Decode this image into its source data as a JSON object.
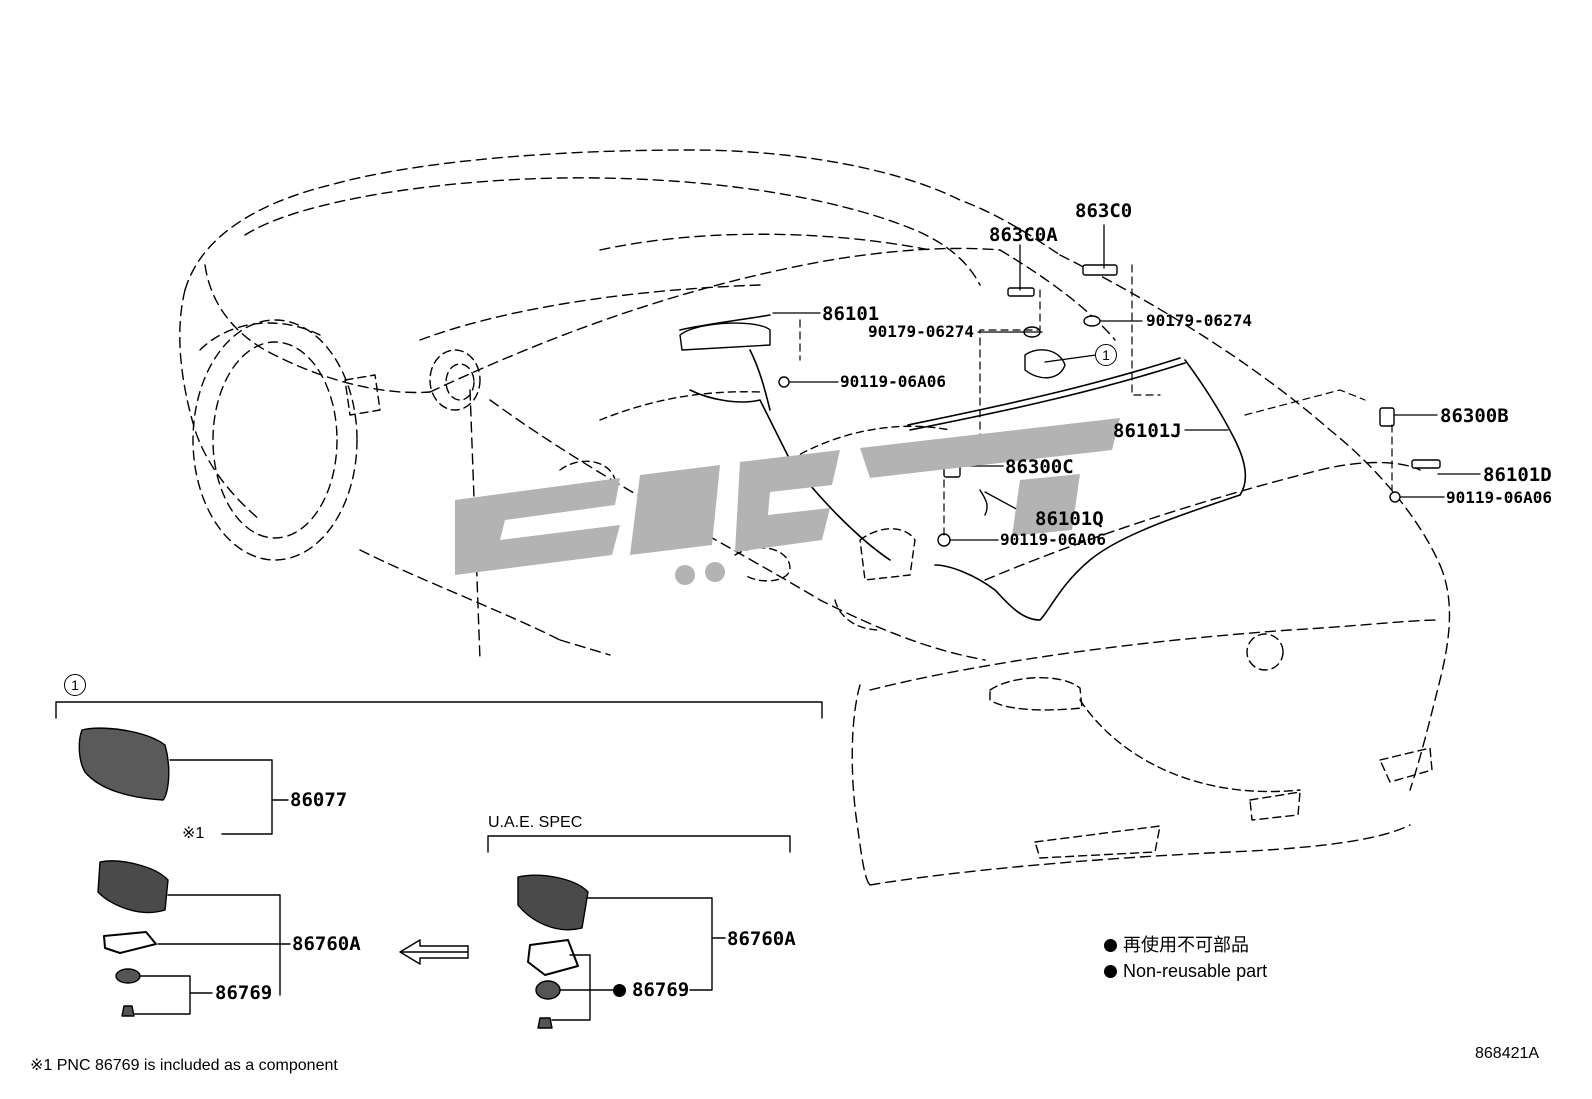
{
  "labels": {
    "p863C0": "863C0",
    "p863C0A": "863C0A",
    "p86101": "86101",
    "p90179_left": "90179-06274",
    "p90179_right": "90179-06274",
    "p90119_top": "90119-06A06",
    "p86101J": "86101J",
    "p86300B": "86300B",
    "p86101D": "86101D",
    "p90119_right": "90119-06A06",
    "p86300C": "86300C",
    "p86101Q": "86101Q",
    "p90119_mid": "90119-06A06",
    "p86077": "86077",
    "p86760A_left": "86760A",
    "p86769_left": "86769",
    "p86760A_right": "86760A",
    "p86769_right": "86769"
  },
  "callout_marker": "1",
  "note_mark": "※1",
  "uae_spec": "U.A.E. SPEC",
  "legend": {
    "jp": "再使用不可部品",
    "en": "Non-reusable part"
  },
  "footnote": "※1 PNC 86769 is included as a component",
  "diagram_id": "868421A",
  "colors": {
    "ink": "#000000",
    "watermark": "#b3b3b3",
    "part_fill": "#4a4a4a"
  }
}
